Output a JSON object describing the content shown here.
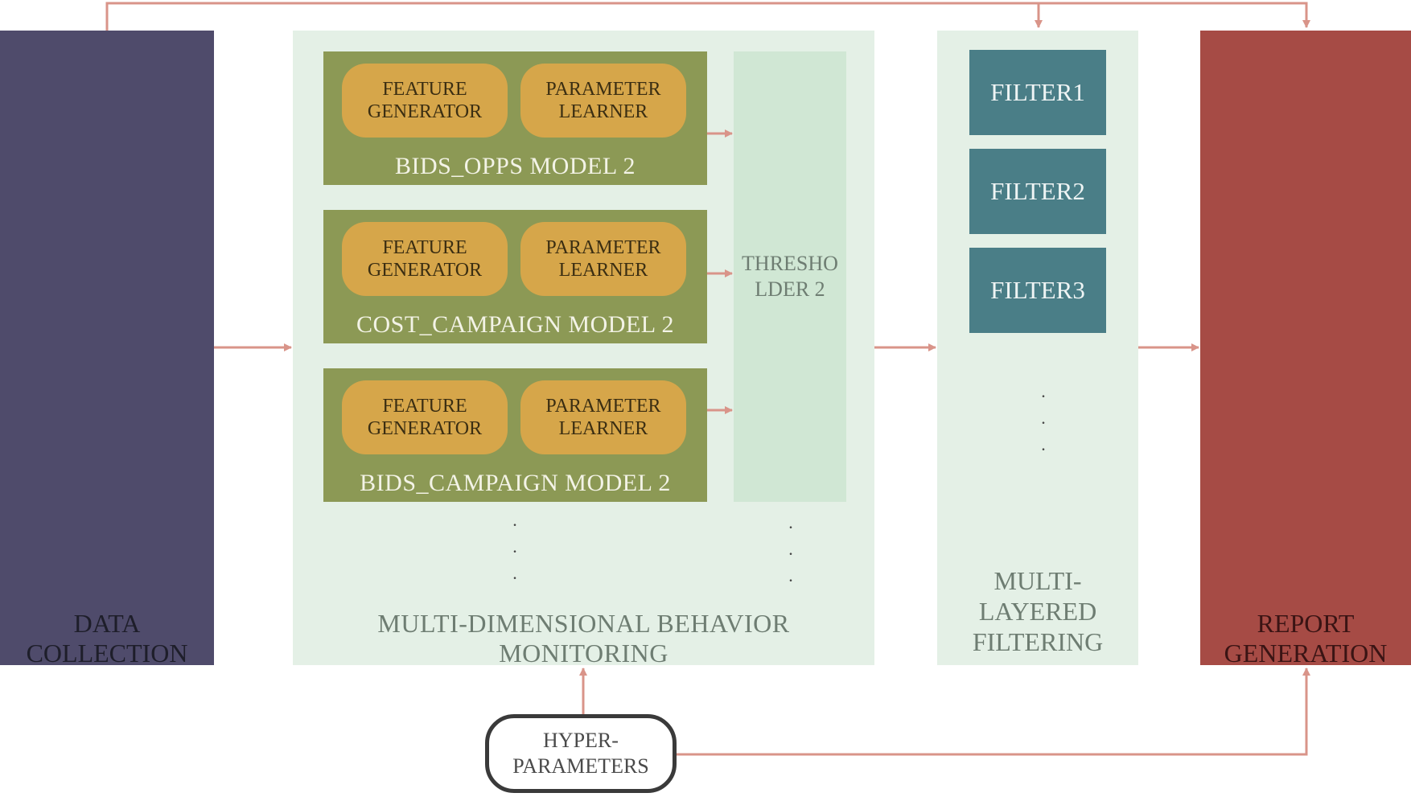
{
  "stages": {
    "data_collection": "DATA\nCOLLECTION",
    "monitoring": "MULTI-DIMENSIONAL  BEHAVIOR\nMONITORING",
    "filtering": "MULTI-\nLAYERED\nFILTERING",
    "report": "REPORT\nGENERATION"
  },
  "models": [
    {
      "name": "BIDS_OPPS MODEL 2",
      "feature": "FEATURE\nGENERATOR",
      "param": "PARAMETER\nLEARNER"
    },
    {
      "name": "COST_CAMPAIGN MODEL 2",
      "feature": "FEATURE\nGENERATOR",
      "param": "PARAMETER\nLEARNER"
    },
    {
      "name": "BIDS_CAMPAIGN MODEL 2",
      "feature": "FEATURE\nGENERATOR",
      "param": "PARAMETER\nLEARNER"
    }
  ],
  "thresholder": "THRESHO\nLDER 2",
  "filters": [
    "FILTER1",
    "FILTER2",
    "FILTER3"
  ],
  "ellipsis": ".\n.\n.",
  "hyperparameters": "HYPER-\nPARAMETERS",
  "colors": {
    "data_collection": "#4f4b6b",
    "report": "#a64b45",
    "panel": "#e4f0e6",
    "model": "#8c9955",
    "pill": "#d6a64a",
    "filter": "#4a7e87",
    "arrow": "#d99489"
  }
}
